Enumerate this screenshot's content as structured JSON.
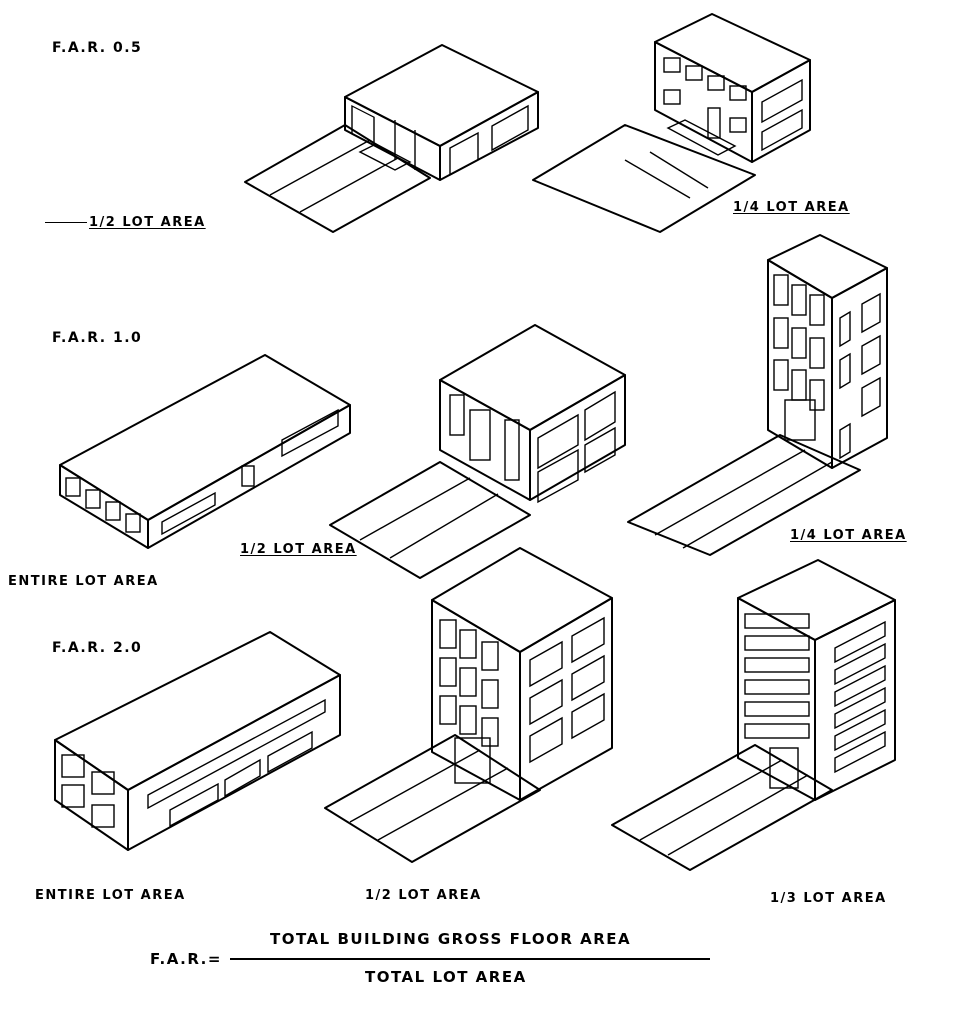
{
  "rows": [
    {
      "far_label": "F.A.R. 0.5",
      "captions": [
        "1/2 LOT AREA",
        "1/4 LOT AREA"
      ]
    },
    {
      "far_label": "F.A.R. 1.0",
      "captions": [
        "ENTIRE LOT AREA",
        "1/2 LOT AREA",
        "1/4 LOT AREA"
      ]
    },
    {
      "far_label": "F.A.R. 2.0",
      "captions": [
        "ENTIRE LOT AREA",
        "1/2 LOT AREA",
        "1/3 LOT AREA"
      ]
    }
  ],
  "formula": {
    "lhs": "F.A.R.=",
    "numerator": "TOTAL BUILDING GROSS FLOOR AREA",
    "denominator": "TOTAL LOT AREA"
  }
}
